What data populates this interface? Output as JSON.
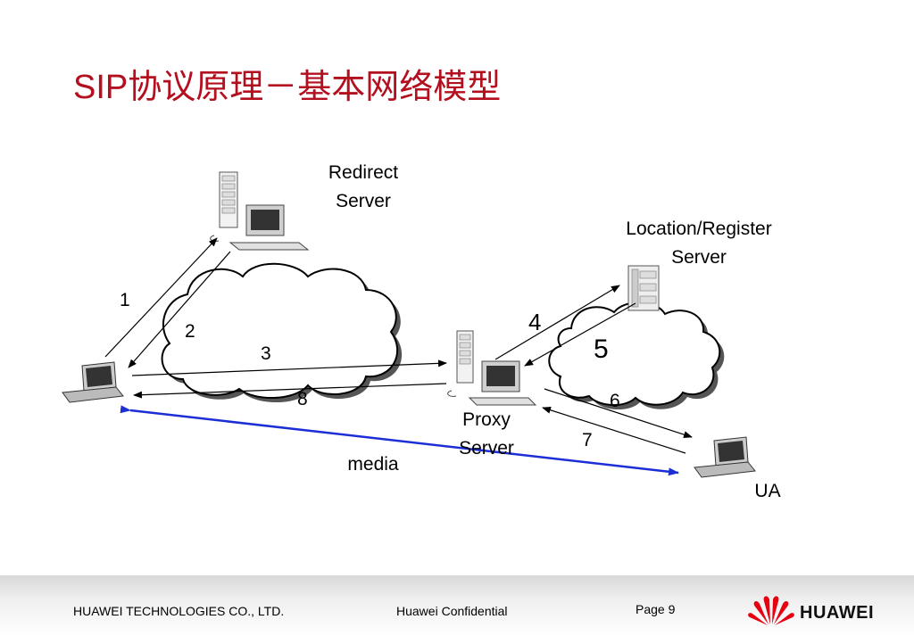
{
  "title": "SIP协议原理－基本网络模型",
  "nodes": {
    "redirect_server": "Redirect\nServer",
    "location_server": "Location/Register\nServer",
    "proxy_server": "Proxy\nServer",
    "ua": "UA"
  },
  "steps": [
    "1",
    "2",
    "3",
    "4",
    "5",
    "6",
    "7",
    "8"
  ],
  "media_label": "media",
  "colors": {
    "title": "#b30f1e",
    "media_line": "#1c2fd6"
  },
  "footer": {
    "company": "HUAWEI TECHNOLOGIES CO., LTD.",
    "confidential": "Huawei Confidential",
    "page": "Page 9",
    "brand": "HUAWEI"
  }
}
